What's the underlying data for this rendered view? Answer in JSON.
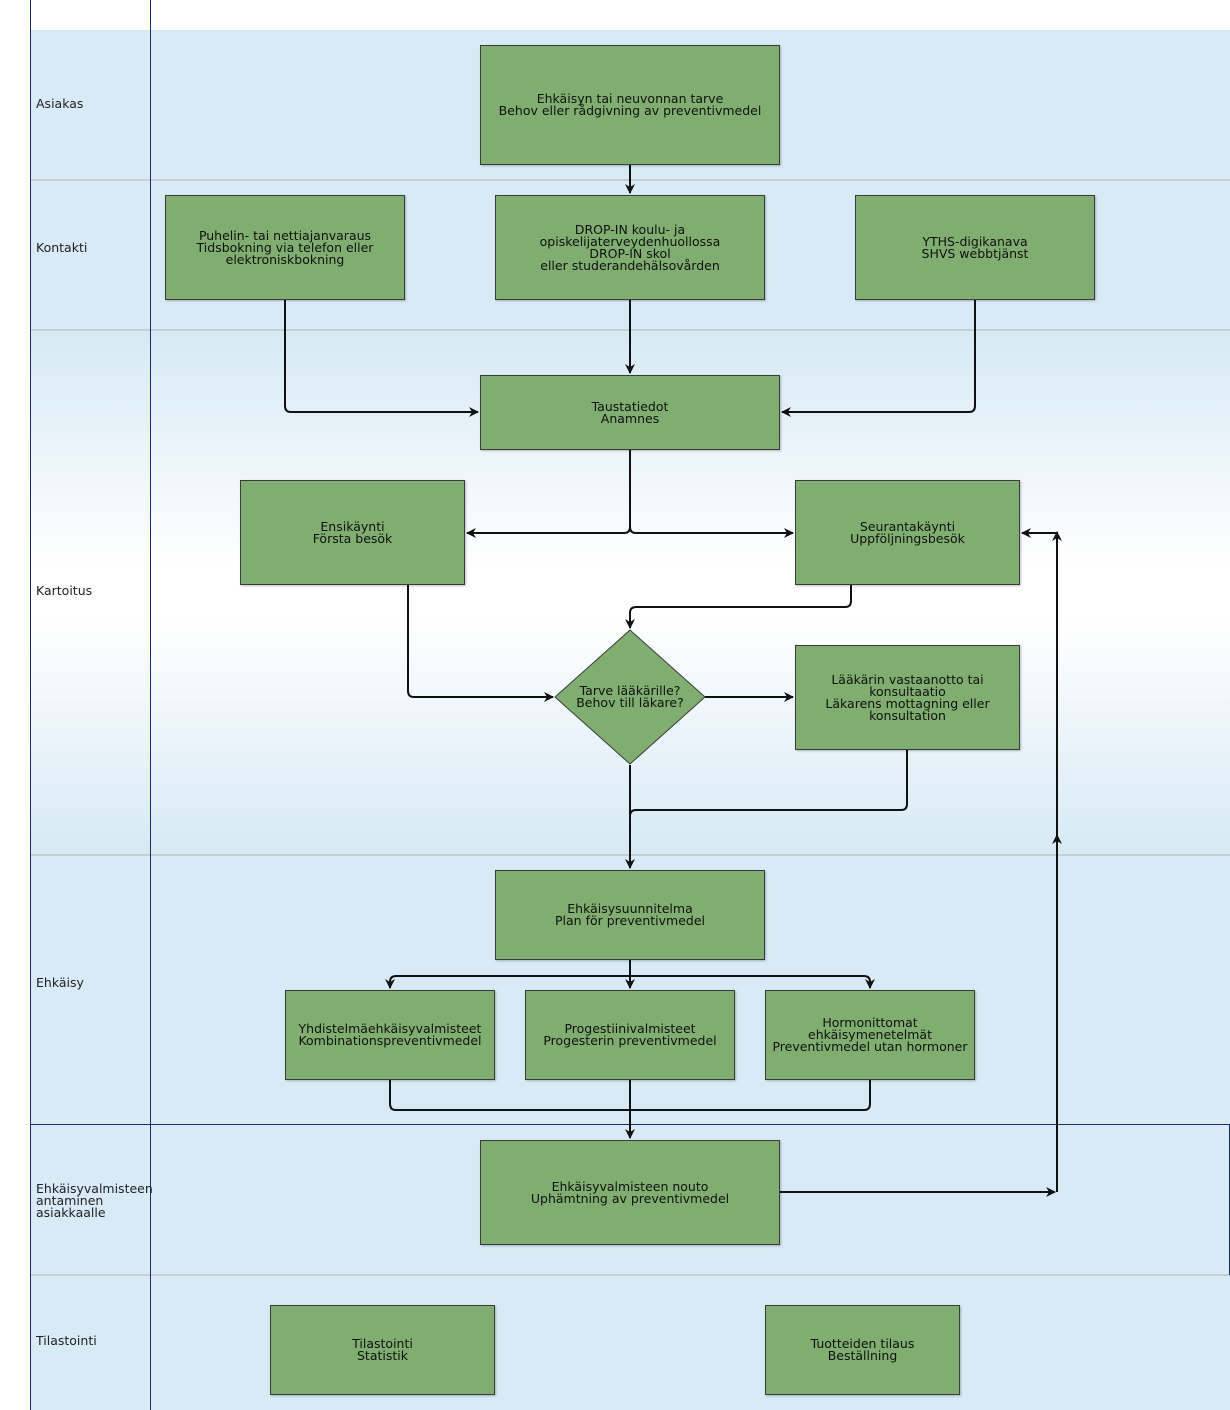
{
  "lanes": [
    {
      "id": "asiakas",
      "label": "Asiakas"
    },
    {
      "id": "kontakti",
      "label": "Kontakti"
    },
    {
      "id": "kartoitus",
      "label": "Kartoitus"
    },
    {
      "id": "ehkaisy",
      "label": "Ehkäisy"
    },
    {
      "id": "antaminen",
      "label": "Ehkäisyvalmisteen\nantaminen\nasiakkaalle"
    },
    {
      "id": "tilastointi",
      "label": "Tilastointi"
    }
  ],
  "nodes": {
    "need": {
      "fi": "Ehkäisyn tai neuvonnan tarve",
      "sv": "Behov eller rådgivning av preventivmedel"
    },
    "phone": {
      "fi": "Puhelin- tai nettiajanvaraus",
      "sv": "Tidsbokning via telefon eller\nelektroniskbokning"
    },
    "dropin": {
      "fi": "DROP-IN koulu- ja\nopiskelijaterveydenhuollossa",
      "sv": "DROP-IN skol\neller studerandehälsovården"
    },
    "digi": {
      "fi": "YTHS-digikanava",
      "sv": "SHVS webbtjänst"
    },
    "anamnesis": {
      "fi": "Taustatiedot",
      "sv": "Anamnes"
    },
    "first": {
      "fi": "Ensikäynti",
      "sv": "Första besök"
    },
    "followup": {
      "fi": "Seurantakäynti",
      "sv": "Uppföljningsbesök"
    },
    "decision": {
      "fi": "Tarve lääkärille?",
      "sv": "Behov till läkare?"
    },
    "doctor": {
      "fi": "Lääkärin vastaanotto tai\nkonsultaatio",
      "sv": "Läkarens mottagning eller\nkonsultation"
    },
    "plan": {
      "fi": "Ehkäisysuunnitelma",
      "sv": "Plan för preventivmedel"
    },
    "combo": {
      "fi": "Yhdistelmäehkäisyvalmisteet",
      "sv": "Kombinationspreventivmedel"
    },
    "progestin": {
      "fi": "Progestiinivalmisteet",
      "sv": "Progesterin preventivmedel"
    },
    "nonhormonal": {
      "fi": "Hormonittomat\nehkäisymenetelmät",
      "sv": "Preventivmedel utan hormoner"
    },
    "pickup": {
      "fi": "Ehkäisyvalmisteen nouto",
      "sv": "Uphämtning av preventivmedel"
    },
    "stats": {
      "fi": "Tilastointi",
      "sv": "Statistik"
    },
    "order": {
      "fi": "Tuotteiden tilaus",
      "sv": "Beställning"
    }
  },
  "colors": {
    "box": "#7fae70",
    "lane": "#d7eaf5",
    "line": "#111111",
    "lane_border": "#1a2a6c"
  }
}
